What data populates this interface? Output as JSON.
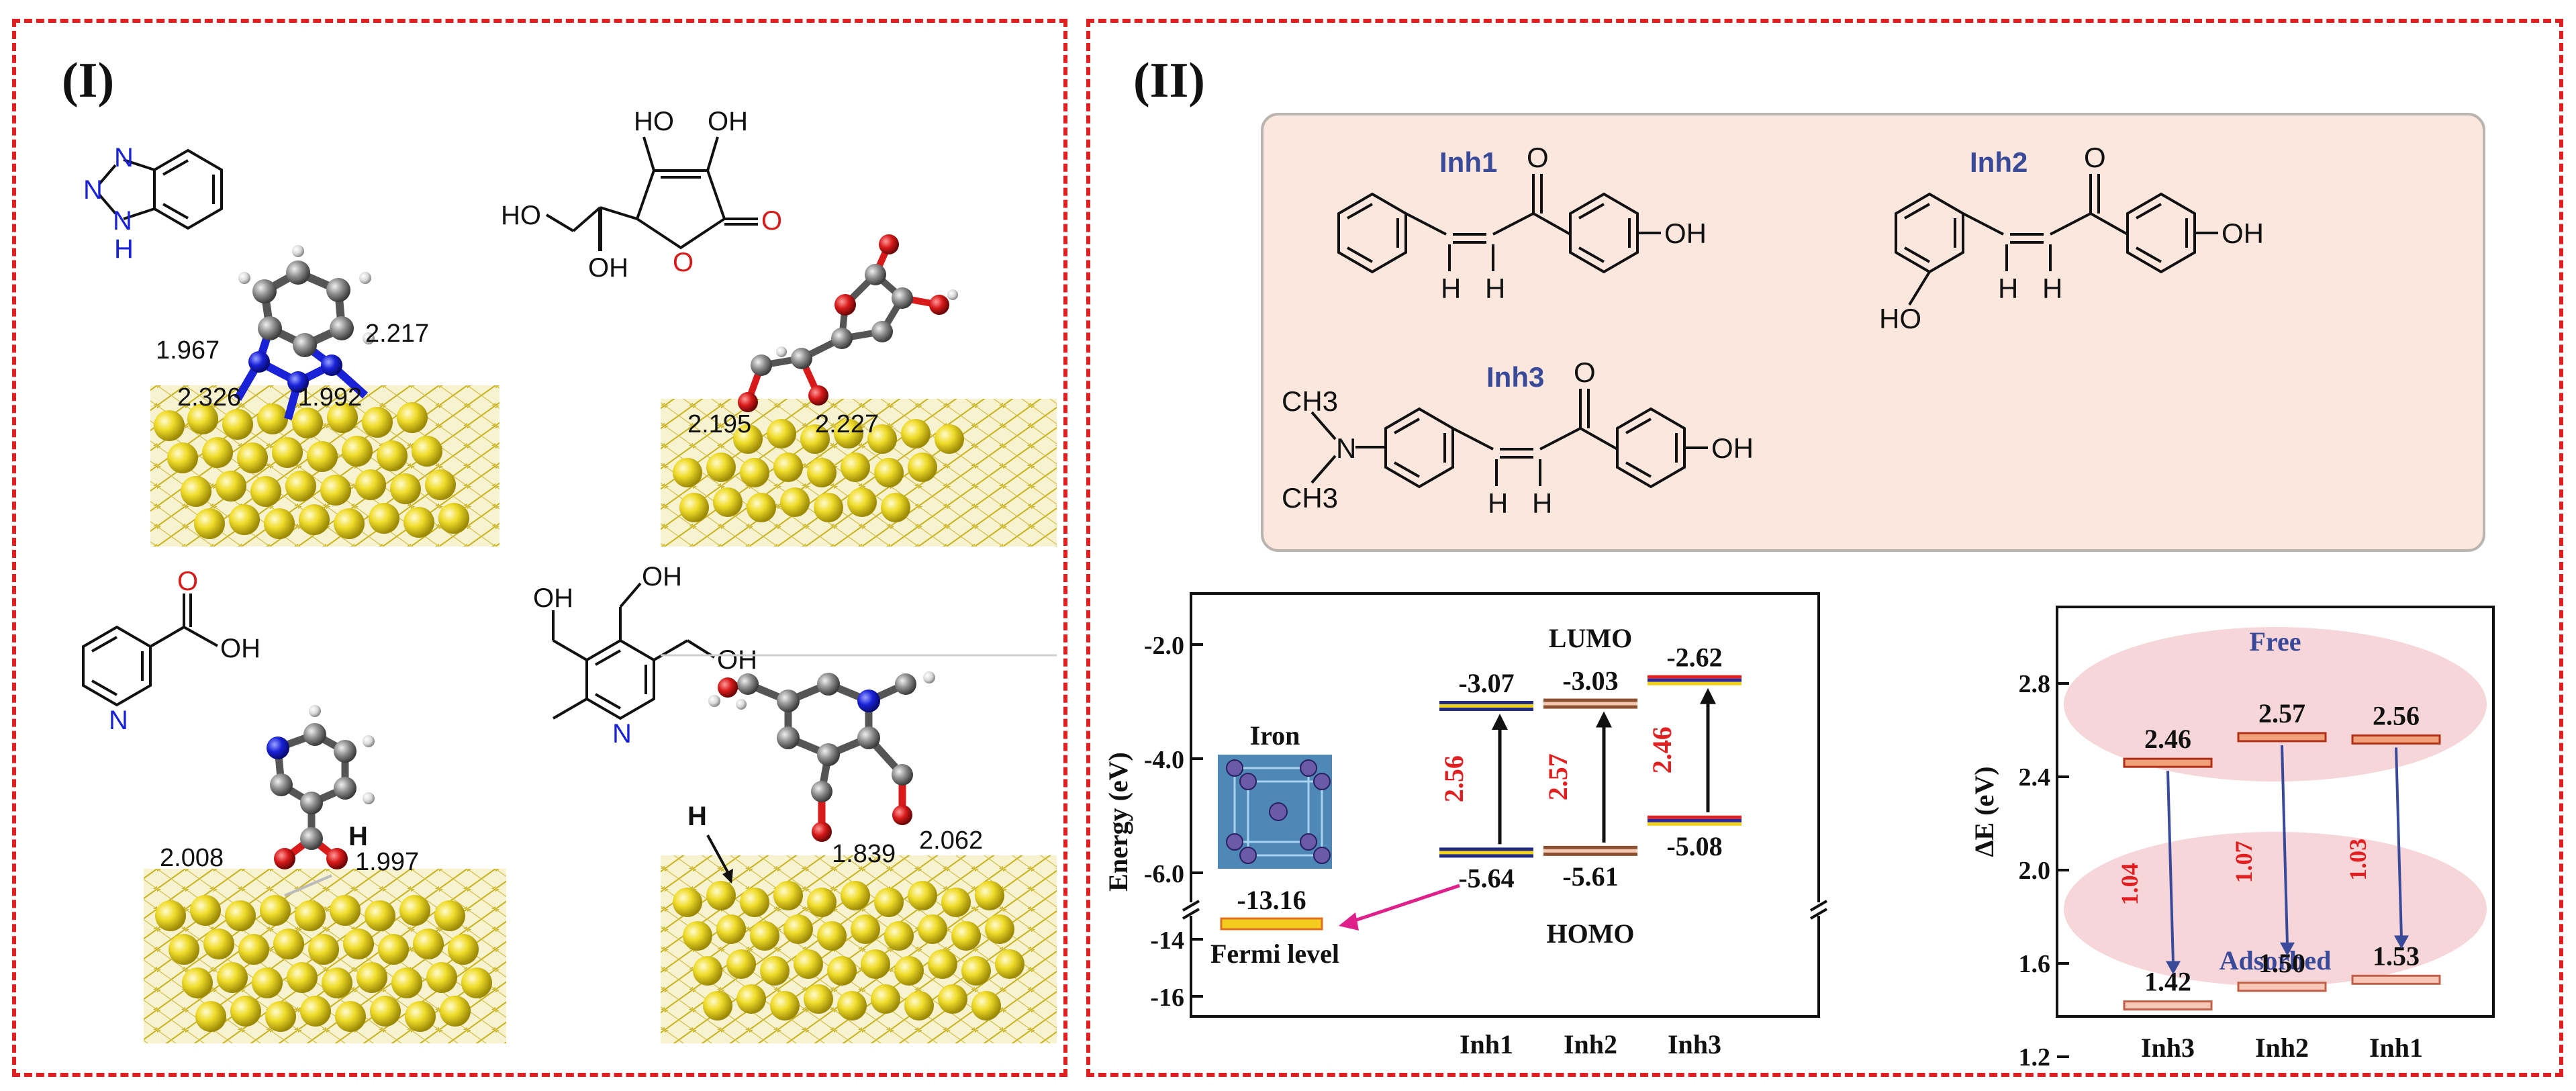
{
  "panel_I": {
    "label": "(I)",
    "molecules": {
      "benzotriazole": {
        "atom_N1": "N",
        "atom_N2": "N",
        "atom_N3": "N",
        "atom_H": "H",
        "distances": [
          "1.967",
          "2.217",
          "2.326",
          "1.992"
        ]
      },
      "ascorbic_acid": {
        "oh1": "HO",
        "oh2": "OH",
        "oh3": "HO",
        "oh4": "OH",
        "o_ring": "O",
        "o_carbonyl": "O",
        "distances": [
          "2.195",
          "2.227"
        ]
      },
      "nicotinic_acid": {
        "o": "O",
        "oh": "OH",
        "n": "N",
        "h_label": "H",
        "distances": [
          "2.008",
          "1.997"
        ]
      },
      "pyridoxine": {
        "oh1": "OH",
        "oh2": "OH",
        "oh3": "OH",
        "n": "N",
        "h_label": "H",
        "distances": [
          "1.839",
          "2.062"
        ]
      }
    }
  },
  "panel_II": {
    "label": "(II)",
    "structures": {
      "inh1": {
        "name": "Inh1",
        "oh": "OH",
        "o": "O",
        "h1": "H",
        "h2": "H"
      },
      "inh2": {
        "name": "Inh2",
        "oh": "OH",
        "ho": "HO",
        "o": "O",
        "h1": "H",
        "h2": "H"
      },
      "inh3": {
        "name": "Inh3",
        "oh": "OH",
        "o": "O",
        "n": "N",
        "ch3_top": "CH3",
        "ch3_bottom": "CH3",
        "h1": "H",
        "h2": "H"
      }
    },
    "energy_chart": {
      "ylabel": "Energy (eV)",
      "yticks_upper": [
        "-2.0",
        "-4.0",
        "-6.0"
      ],
      "yticks_lower": [
        "-14",
        "-16"
      ],
      "xcategories": [
        "Inh1",
        "Inh2",
        "Inh3"
      ],
      "lumo_label": "LUMO",
      "homo_label": "HOMO",
      "iron_label": "Iron",
      "fermi_label": "Fermi level",
      "fermi_value": "-13.16",
      "lumo_values": [
        "-3.07",
        "-3.03",
        "-2.62"
      ],
      "homo_values": [
        "-5.64",
        "-5.61",
        "-5.08"
      ],
      "gaps": [
        "2.56",
        "2.57",
        "2.46"
      ]
    },
    "gap_chart": {
      "ylabel": "ΔE (eV)",
      "yticks": [
        "2.8",
        "2.4",
        "2.0",
        "1.6",
        "1.2"
      ],
      "xcategories": [
        "Inh3",
        "Inh2",
        "Inh1"
      ],
      "free_label": "Free",
      "adsorbed_label": "Adsorbed",
      "free_values": [
        "2.46",
        "2.57",
        "2.56"
      ],
      "adsorbed_values": [
        "1.42",
        "1.50",
        "1.53"
      ],
      "deltas": [
        "1.04",
        "1.07",
        "1.03"
      ]
    }
  },
  "colors": {
    "border": "#e02020",
    "gold": "#e8d21a",
    "carbon": "#8a8a8a",
    "nitrogen": "#1a22d8",
    "oxygen": "#d81a1a",
    "accent_blue": "#3a4a9a",
    "value_red": "#e02020"
  }
}
